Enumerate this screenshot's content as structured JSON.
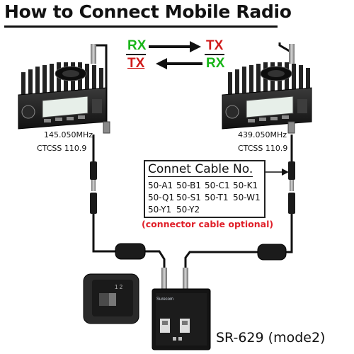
{
  "title": "How to Connect Mobile Radio",
  "signal": {
    "left_top": "RX",
    "left_bottom": "TX",
    "right_top": "TX",
    "right_bottom": "RX"
  },
  "radio_left": {
    "frequency": "145.050MHz",
    "ctcss": "CTCSS 110.9"
  },
  "radio_right": {
    "frequency": "439.050MHz",
    "ctcss": "CTCSS 110.9"
  },
  "cable": {
    "heading": "Connet Cable No.",
    "codes": [
      "50-A1",
      "50-B1",
      "50-C1",
      "50-K1",
      "50-Q1",
      "50-S1",
      "50-T1",
      "50-W1",
      "50-Y1",
      "50-Y2"
    ],
    "note": "(connector cable optional)"
  },
  "device": {
    "brand": "Surecom",
    "model": "SR-629 (mode2)"
  },
  "colors": {
    "green": "#18b518",
    "red": "#d01a1a",
    "note": "#e0202a",
    "cable": "#111111"
  }
}
